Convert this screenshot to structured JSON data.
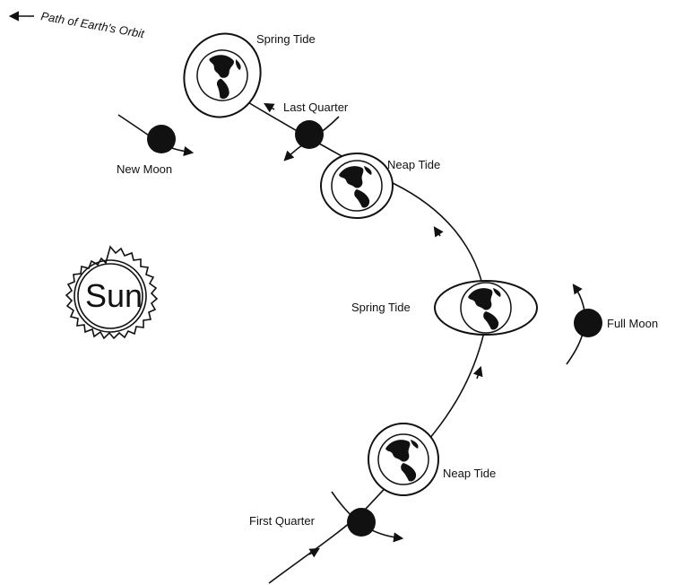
{
  "diagram": {
    "orbit_label": "Path of Earth's Orbit",
    "sun_label": "Sun",
    "earths": [
      {
        "tide": "Spring Tide"
      },
      {
        "tide": "Neap Tide"
      },
      {
        "tide": "Spring Tide"
      },
      {
        "tide": "Neap Tide"
      }
    ],
    "moons": [
      {
        "phase": "New Moon"
      },
      {
        "phase": "Last Quarter"
      },
      {
        "phase": "Full Moon"
      },
      {
        "phase": "First Quarter"
      }
    ]
  },
  "colors": {
    "ink": "#111111",
    "background": "#ffffff"
  }
}
